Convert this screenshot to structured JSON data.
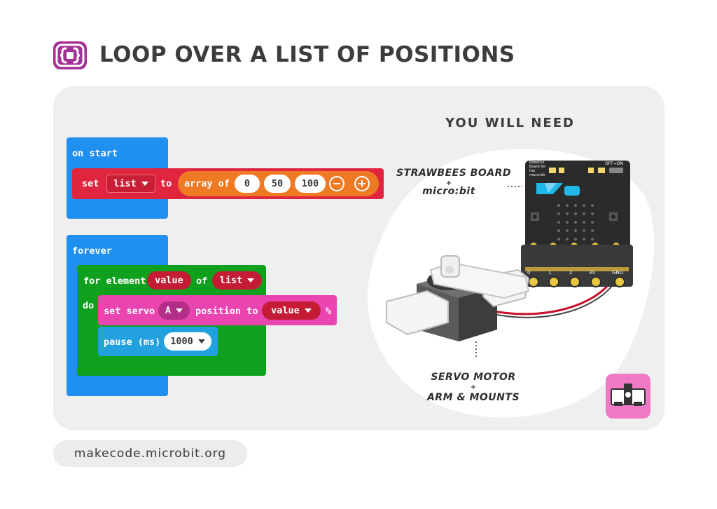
{
  "header": {
    "title": "LOOP OVER A LIST OF POSITIONS",
    "logo_icon": "makecode-brace-icon",
    "logo_color": "#a53196"
  },
  "need": {
    "heading": "YOU WILL NEED",
    "board_label_line1": "STRAWBEES BOARD",
    "board_label_plus": "+",
    "board_label_line2": "micro:bit",
    "servo_label_line1": "SERVO MOTOR",
    "servo_label_plus": "+",
    "servo_label_line2": "ARM & MOUNTS",
    "board_chip_text": "Robotics Board for the micro:bit",
    "switch_text": "OFF→ON",
    "pins": [
      "0",
      "1",
      "2",
      "3V",
      "GND"
    ]
  },
  "code": {
    "on_start": {
      "hat": "on start",
      "set": "set",
      "var": "list",
      "to": "to",
      "array_of": "array of",
      "values": [
        "0",
        "50",
        "100"
      ],
      "minus": "−",
      "plus": "+"
    },
    "forever": {
      "hat": "forever",
      "for_element": "for element",
      "value_var": "value",
      "of": "of",
      "list_var": "list",
      "do": "do",
      "set_servo": "set servo",
      "servo_port": "A",
      "position_to": "position to",
      "position_var": "value",
      "percent": "%",
      "pause": "pause (ms)",
      "pause_value": "1000"
    }
  },
  "colors": {
    "blue": "#1f8ff0",
    "red": "#e0263f",
    "green": "#0fa01e",
    "pink": "#ea44b0",
    "orange": "#ef7a24",
    "cyan": "#23a0de"
  },
  "footer": {
    "url": "makecode.microbit.org"
  }
}
